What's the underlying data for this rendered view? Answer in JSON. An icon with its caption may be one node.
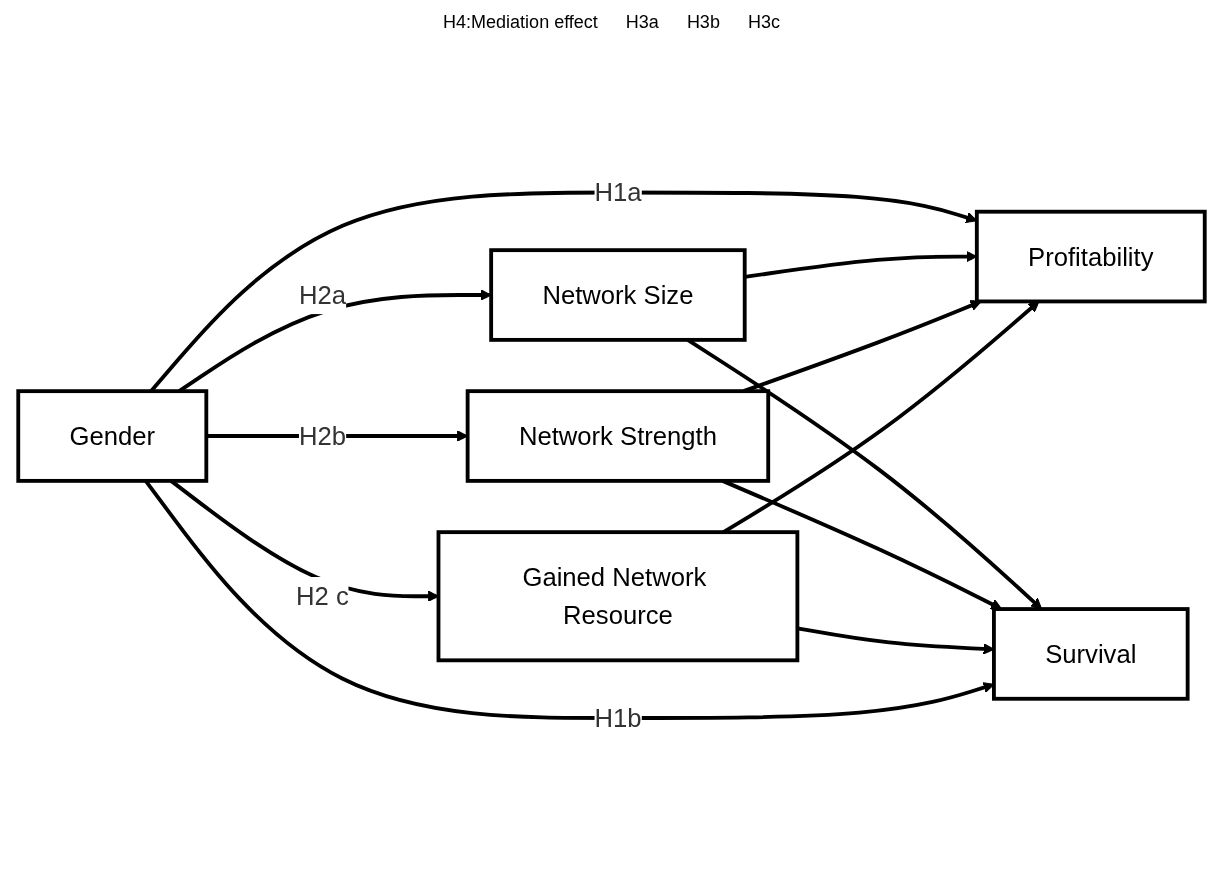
{
  "diagram": {
    "nodes": [
      {
        "text": [
          "Gender"
        ]
      },
      {
        "text": [
          "Network Size"
        ]
      },
      {
        "text": [
          "Network Strength"
        ]
      },
      {
        "text": [
          "Gained Network Resource"
        ]
      },
      {
        "text": [
          "Profitability"
        ]
      },
      {
        "text": [
          "Survival"
        ]
      }
    ],
    "edges": [
      {
        "from": 0,
        "to": 4,
        "arrow": "to",
        "label": "H1a"
      },
      {
        "from": 0,
        "to": 1,
        "arrow": "to",
        "label": "H2a"
      },
      {
        "from": 0,
        "to": 2,
        "arrow": "to",
        "label": "H2b"
      },
      {
        "from": 0,
        "to": 3,
        "arrow": "to",
        "label": "H2 c"
      },
      {
        "from": 1,
        "to": 4,
        "arrow": "to"
      },
      {
        "from": 1,
        "to": 5,
        "arrow": "to"
      },
      {
        "from": 2,
        "to": 4,
        "arrow": "to"
      },
      {
        "from": 2,
        "to": 5,
        "arrow": "to"
      },
      {
        "from": 3,
        "to": 4,
        "arrow": "to"
      },
      {
        "from": 3,
        "to": 5,
        "arrow": "to"
      },
      {
        "from": 0,
        "to": 5,
        "arrow": "to",
        "label": "H1b"
      }
    ],
    "labels": [
      "H4:Mediation effect",
      "H3a",
      "H3b",
      "H3c"
    ]
  }
}
